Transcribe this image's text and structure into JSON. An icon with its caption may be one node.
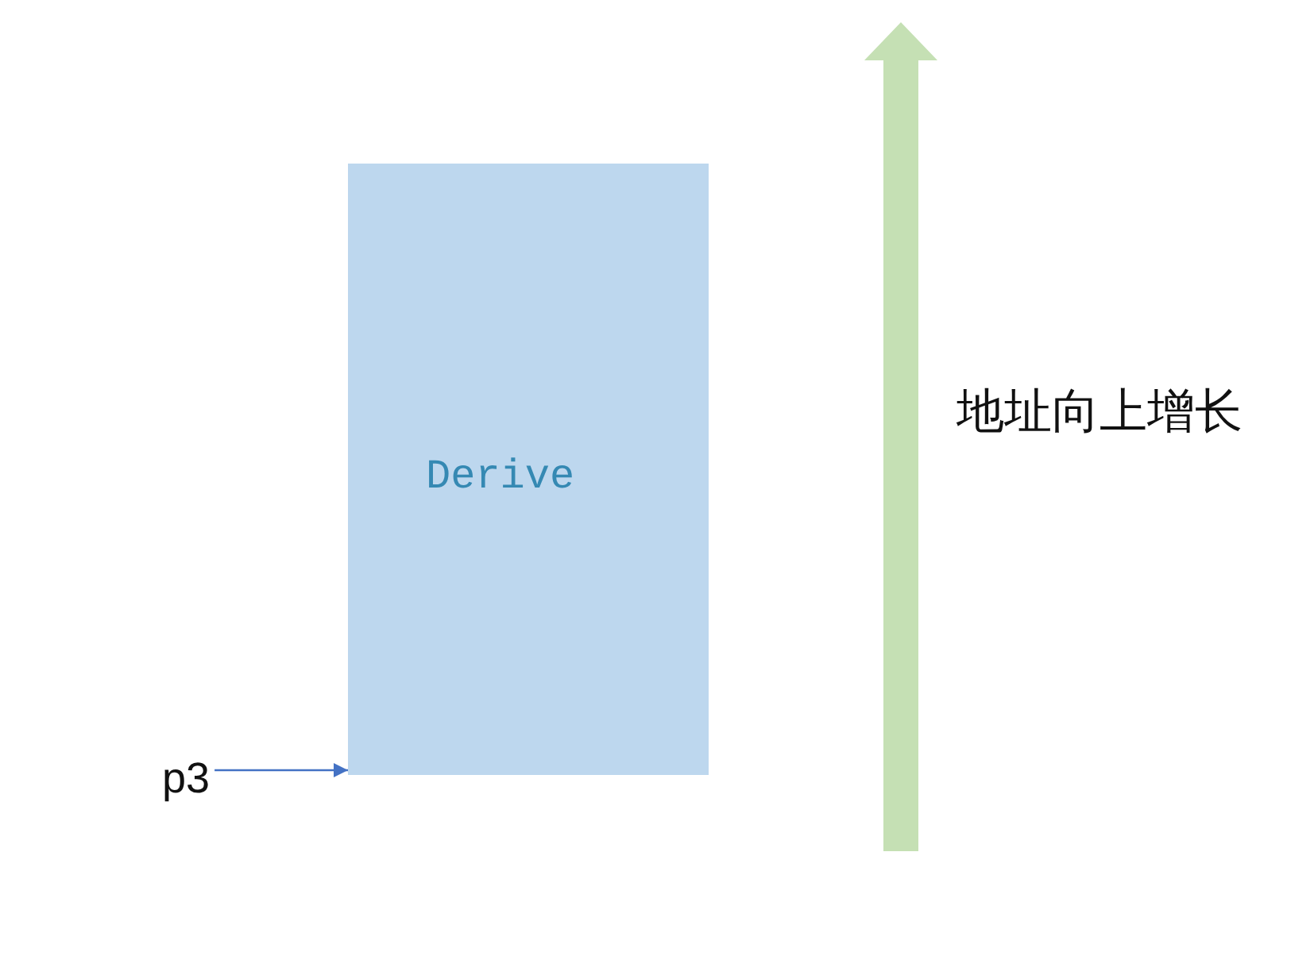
{
  "diagram": {
    "nodes": [
      {
        "text": [
          "Derive"
        ]
      },
      {
        "text": [
          "p3"
        ]
      }
    ],
    "edges": [
      {
        "from": 1,
        "to": 0,
        "arrow": "to"
      }
    ],
    "labels": [
      "地址向上增长"
    ]
  }
}
